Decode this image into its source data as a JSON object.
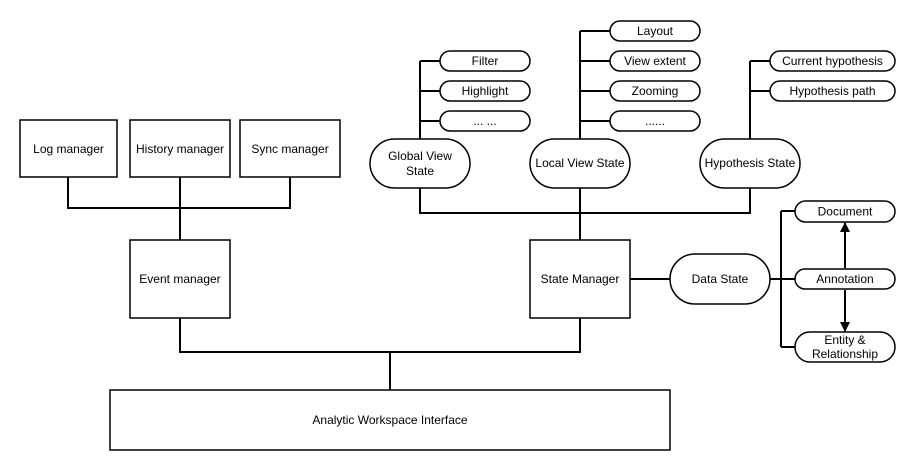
{
  "colors": {
    "stroke": "#000000",
    "fill": "#ffffff",
    "text": "#000000"
  },
  "managers": {
    "log": "Log manager",
    "history": "History manager",
    "sync": "Sync manager",
    "event": "Event manager",
    "state": "State Manager"
  },
  "interface": {
    "label": "Analytic Workspace Interface"
  },
  "states": {
    "global_line1": "Global View",
    "global_line2": "State",
    "local": "Local View State",
    "hypothesis": "Hypothesis State",
    "data": "Data State"
  },
  "global_items": [
    "Filter",
    "Highlight",
    "... ..."
  ],
  "local_items": [
    "Layout",
    "View extent",
    "Zooming",
    "......"
  ],
  "hypothesis_items": [
    "Current hypothesis",
    "Hypothesis path"
  ],
  "data_items": {
    "document": "Document",
    "annotation": "Annotation",
    "entity_line1": "Entity &",
    "entity_line2": "Relationship"
  }
}
